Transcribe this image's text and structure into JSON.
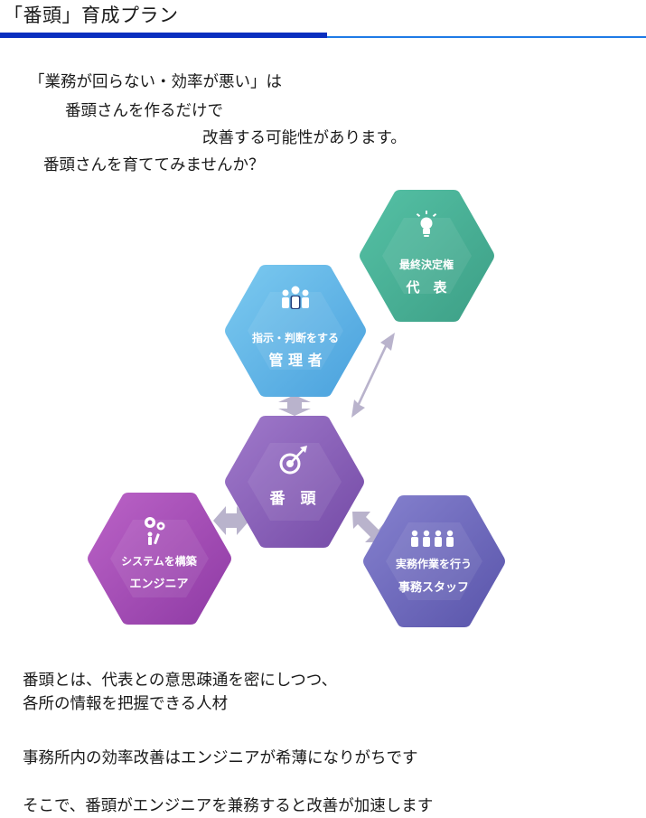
{
  "title": "「番頭」育成プラン",
  "intro": [
    "「業務が回らない・効率が悪い」は",
    "番頭さんを作るだけで",
    "改善する可能性があります。",
    "番頭さんを育ててみませんか？"
  ],
  "nodes": {
    "banto": {
      "caption": "",
      "label": "番　頭",
      "icon": "target-icon",
      "color": "#8a5fb6"
    },
    "manager": {
      "caption": "指示・判断をする",
      "label": "管 理 者",
      "icon": "people-icon",
      "color": "#5bb2e6"
    },
    "ceo": {
      "caption": "最終決定権",
      "label": "代　表",
      "icon": "lightbulb-icon",
      "color": "#4bb49a"
    },
    "engineer": {
      "caption": "システムを構築",
      "label": "エンジニア",
      "icon": "gears-icon",
      "color": "#a34ab3"
    },
    "staff": {
      "caption": "実務作業を行う",
      "label": "事務スタッフ",
      "icon": "staff-icon",
      "color": "#6c66b9"
    }
  },
  "body": [
    "番頭とは、代表との意思疎通を密にしつつ、",
    "各所の情報を把握できる人材",
    "事務所内の効率改善はエンジニアが希薄になりがちです",
    "そこで、番頭がエンジニアを兼務すると改善が加速します"
  ]
}
